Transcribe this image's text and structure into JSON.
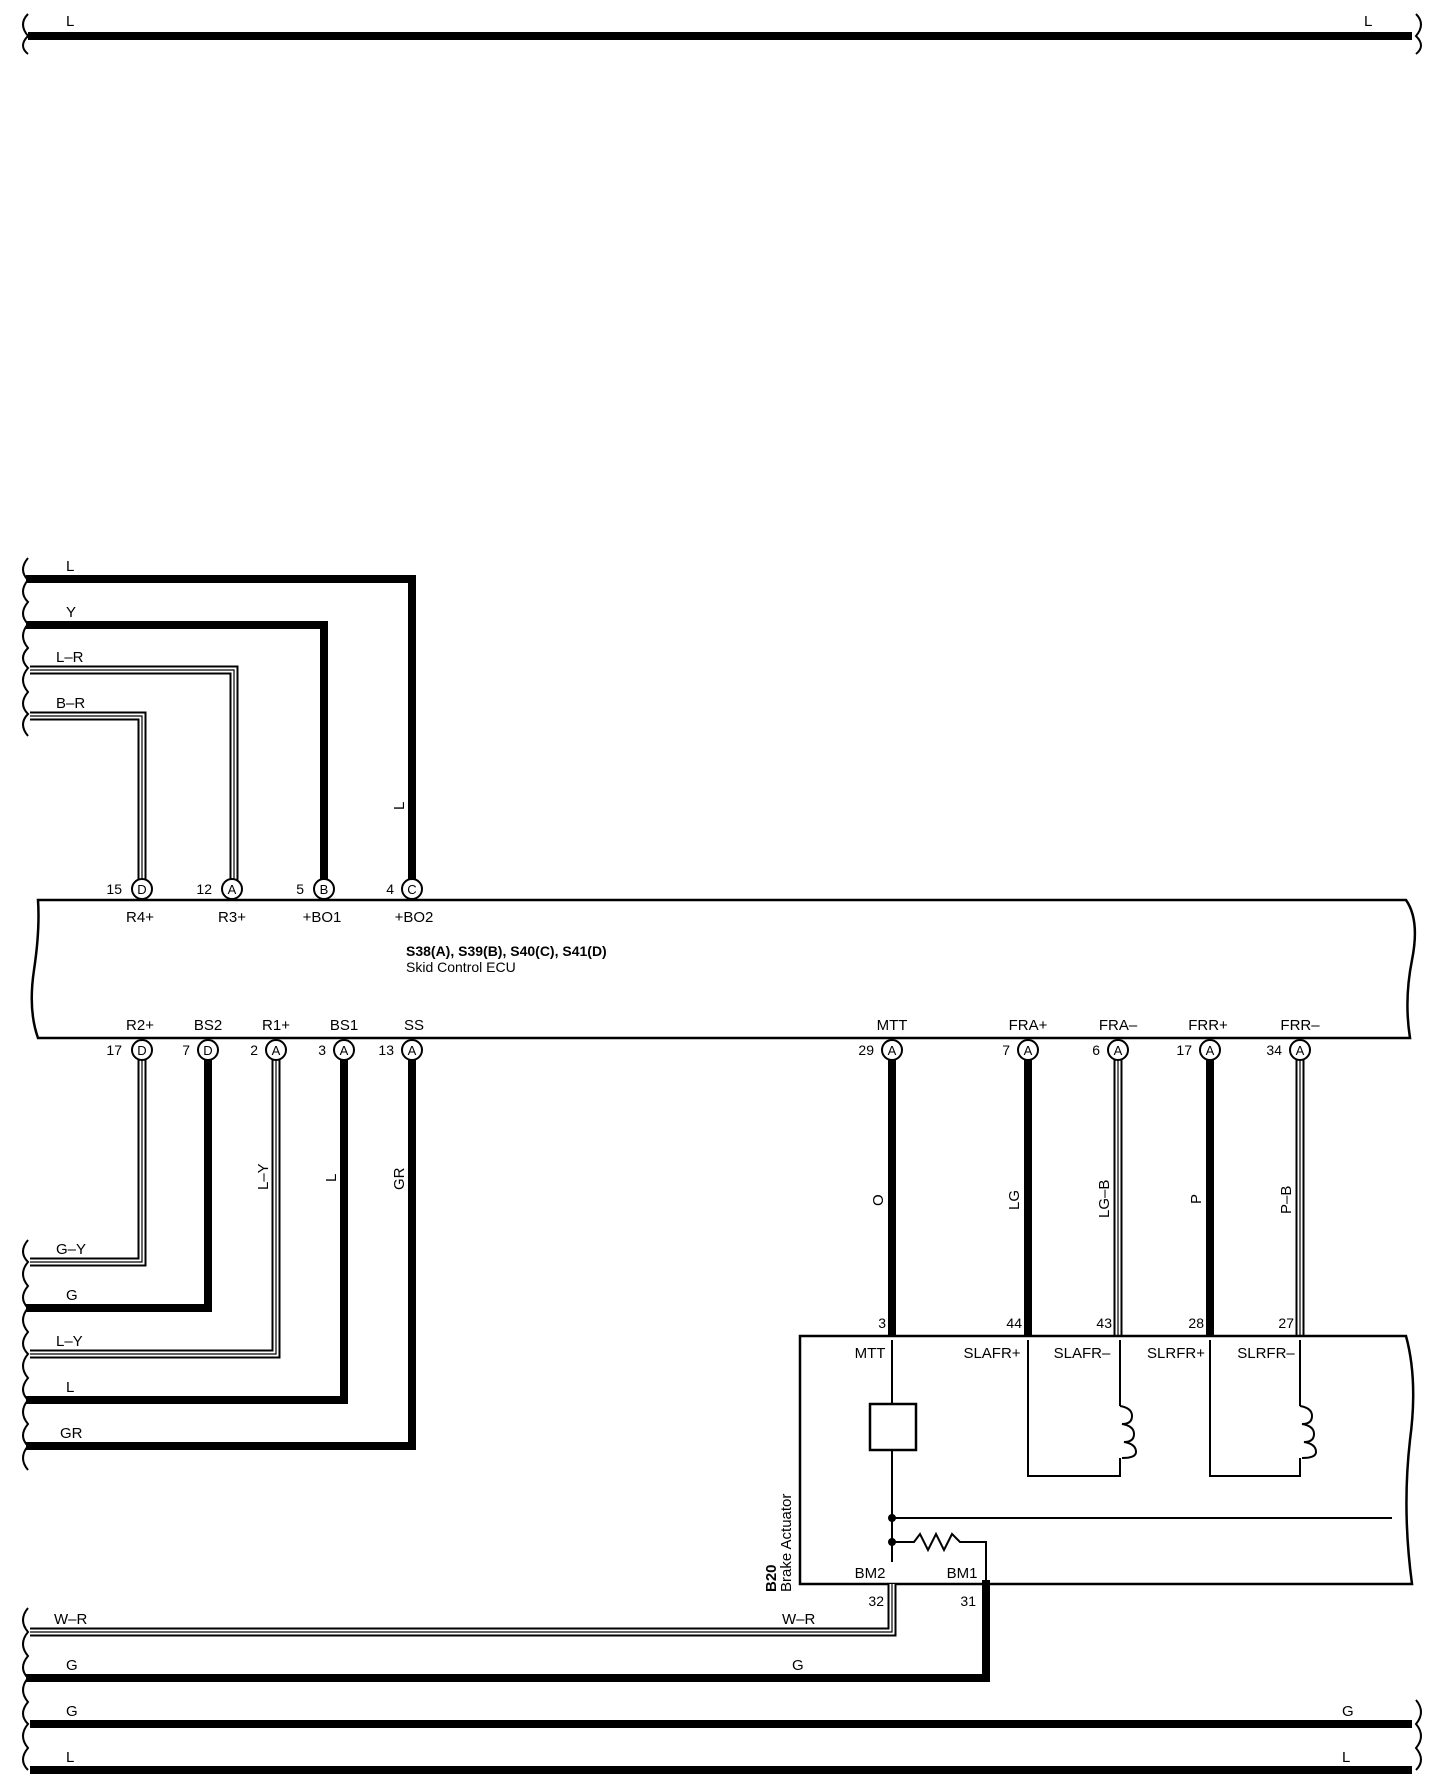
{
  "colors": {
    "wire": "#000000",
    "background": "#ffffff"
  },
  "top_bus": {
    "left_label": "L",
    "right_label": "L"
  },
  "upper_left_wires": [
    {
      "label": "L",
      "vertical_label": "L"
    },
    {
      "label": "Y"
    },
    {
      "label": "L–R"
    },
    {
      "label": "B–R"
    }
  ],
  "ecu": {
    "title": "S38(A), S39(B), S40(C), S41(D)",
    "subtitle": "Skid Control ECU",
    "top_pins": [
      {
        "num": "15",
        "conn": "D",
        "sig": "R4+"
      },
      {
        "num": "12",
        "conn": "A",
        "sig": "R3+"
      },
      {
        "num": "5",
        "conn": "B",
        "sig": "+BO1"
      },
      {
        "num": "4",
        "conn": "C",
        "sig": "+BO2"
      }
    ],
    "bottom_pins": [
      {
        "num": "17",
        "conn": "D",
        "sig": "R2+"
      },
      {
        "num": "7",
        "conn": "D",
        "sig": "BS2"
      },
      {
        "num": "2",
        "conn": "A",
        "sig": "R1+"
      },
      {
        "num": "3",
        "conn": "A",
        "sig": "BS1"
      },
      {
        "num": "13",
        "conn": "A",
        "sig": "SS"
      },
      {
        "num": "29",
        "conn": "A",
        "sig": "MTT"
      },
      {
        "num": "7",
        "conn": "A",
        "sig": "FRA+"
      },
      {
        "num": "6",
        "conn": "A",
        "sig": "FRA–"
      },
      {
        "num": "17",
        "conn": "A",
        "sig": "FRR+"
      },
      {
        "num": "34",
        "conn": "A",
        "sig": "FRR–"
      }
    ]
  },
  "lower_left_wires": [
    {
      "label": "G–Y"
    },
    {
      "label": "G"
    },
    {
      "label": "L–Y",
      "vertical_label": "L–Y"
    },
    {
      "label": "L",
      "vertical_label": "L"
    },
    {
      "label": "GR",
      "vertical_label": "GR"
    }
  ],
  "right_wires": [
    {
      "vertical_label": "O",
      "actuator_pin": "3"
    },
    {
      "vertical_label": "LG",
      "actuator_pin": "44"
    },
    {
      "vertical_label": "LG–B",
      "actuator_pin": "43"
    },
    {
      "vertical_label": "P",
      "actuator_pin": "28"
    },
    {
      "vertical_label": "P–B",
      "actuator_pin": "27"
    }
  ],
  "actuator": {
    "code": "B20",
    "name": "Brake Actuator",
    "terminals": [
      "MTT",
      "SLAFR+",
      "SLAFR–",
      "SLRFR+",
      "SLRFR–",
      "BM2",
      "BM1"
    ],
    "bottom_pins": [
      "32",
      "31"
    ]
  },
  "bottom_wires": {
    "wr_left": "W–R",
    "wr_mid": "W–R",
    "g_left": "G",
    "g_mid": "G",
    "gbus_left": "G",
    "gbus_right": "G",
    "lbus_left": "L",
    "lbus_right": "L"
  }
}
